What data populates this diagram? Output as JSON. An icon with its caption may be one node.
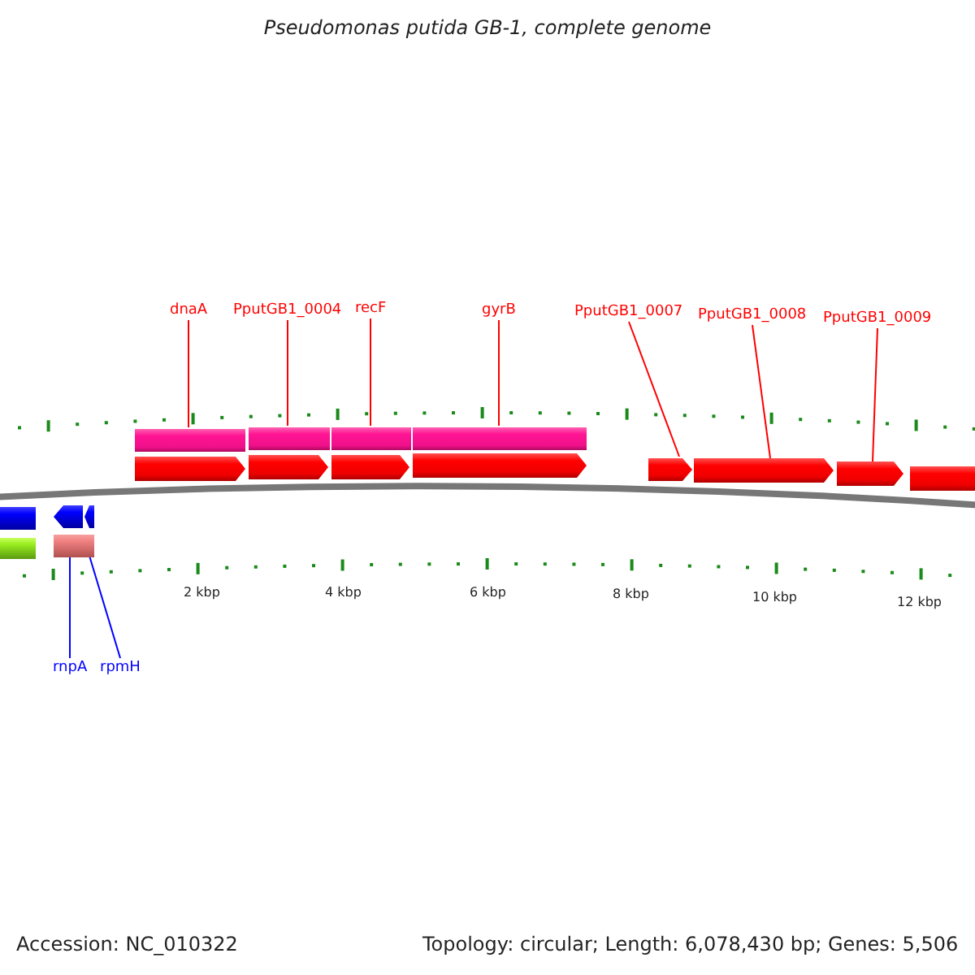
{
  "diagram": {
    "title": "Pseudomonas putida GB-1, complete genome",
    "nodes": [
      {
        "text": [
          "dnaA"
        ]
      },
      {
        "text": [
          "PputGB1_0004"
        ]
      },
      {
        "text": [
          "recF"
        ]
      },
      {
        "text": [
          "gyrB"
        ]
      },
      {
        "text": [
          "PputGB1_0007"
        ]
      },
      {
        "text": [
          "PputGB1_0008"
        ]
      },
      {
        "text": [
          "PputGB1_0009"
        ]
      },
      {
        "text": [
          "rnpA"
        ]
      },
      {
        "text": [
          "rpmH"
        ]
      },
      {
        "text": [],
        "shape": "bar"
      },
      {
        "text": [],
        "shape": "bar"
      },
      {
        "text": [],
        "shape": "bar"
      },
      {
        "text": [],
        "shape": "bar"
      },
      {
        "text": [],
        "shape": "arrow"
      },
      {
        "text": [],
        "shape": "arrow"
      },
      {
        "text": [],
        "shape": "arrow"
      },
      {
        "text": [],
        "shape": "arrow"
      },
      {
        "text": [],
        "shape": "arrow"
      },
      {
        "text": [],
        "shape": "arrow"
      },
      {
        "text": [],
        "shape": "arrow"
      },
      {
        "text": [],
        "shape": "arrow"
      },
      {
        "text": [],
        "shape": "bar"
      },
      {
        "text": [],
        "shape": "arrow"
      },
      {
        "text": [],
        "shape": "arrow"
      },
      {
        "text": [],
        "shape": "bar"
      },
      {
        "text": [],
        "shape": "bar"
      },
      {
        "text": [],
        "shape": "bar"
      }
    ],
    "edges": [
      {
        "from": 0,
        "to": 9,
        "arrow": "none"
      },
      {
        "from": 1,
        "to": 10,
        "arrow": "none"
      },
      {
        "from": 2,
        "to": 11,
        "arrow": "none"
      },
      {
        "from": 3,
        "to": 12,
        "arrow": "none"
      },
      {
        "from": 4,
        "to": 17,
        "arrow": "none"
      },
      {
        "from": 5,
        "to": 18,
        "arrow": "none"
      },
      {
        "from": 6,
        "to": 19,
        "arrow": "none"
      },
      {
        "from": 7,
        "to": 25,
        "arrow": "none",
        "color": "#0000ff"
      },
      {
        "from": 8,
        "to": 26,
        "arrow": "none",
        "color": "#0000ff"
      }
    ],
    "labels": [
      "2 kbp",
      "4 kbp",
      "6 kbp",
      "8 kbp",
      "10 kbp",
      "12 kbp",
      "Accession: NC_010322",
      "Topology: circular; Length: 6,078,430 bp; Genes: 5,506"
    ]
  }
}
